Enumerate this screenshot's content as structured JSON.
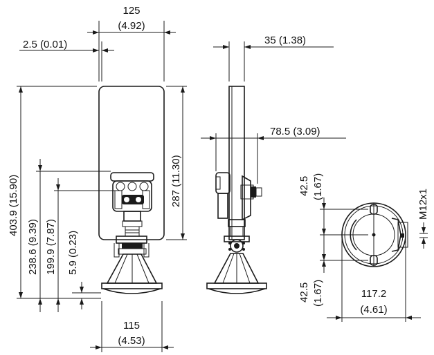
{
  "dimensions": {
    "total_width": "125",
    "total_width_in": "(4.92)",
    "wall_offset": "2.5 (0.01)",
    "top_width": "35 (1.38)",
    "side_width": "78.5 (3.09)",
    "total_height": "403.9 (15.90)",
    "shield_height": "287 (11.30)",
    "height_238": "238.6 (9.39)",
    "height_199": "199.9 (7.87)",
    "height_5": "5.9 (0.23)",
    "flange_width": "115",
    "flange_width_in": "(4.53)",
    "bolt_top": "42.5",
    "bolt_top_in": "(1.67)",
    "bolt_bottom": "42.5",
    "bolt_bottom_in": "(1.67)",
    "bottom_diameter": "117.2",
    "bottom_diameter_in": "(4.61)",
    "thread": "M12x1"
  }
}
